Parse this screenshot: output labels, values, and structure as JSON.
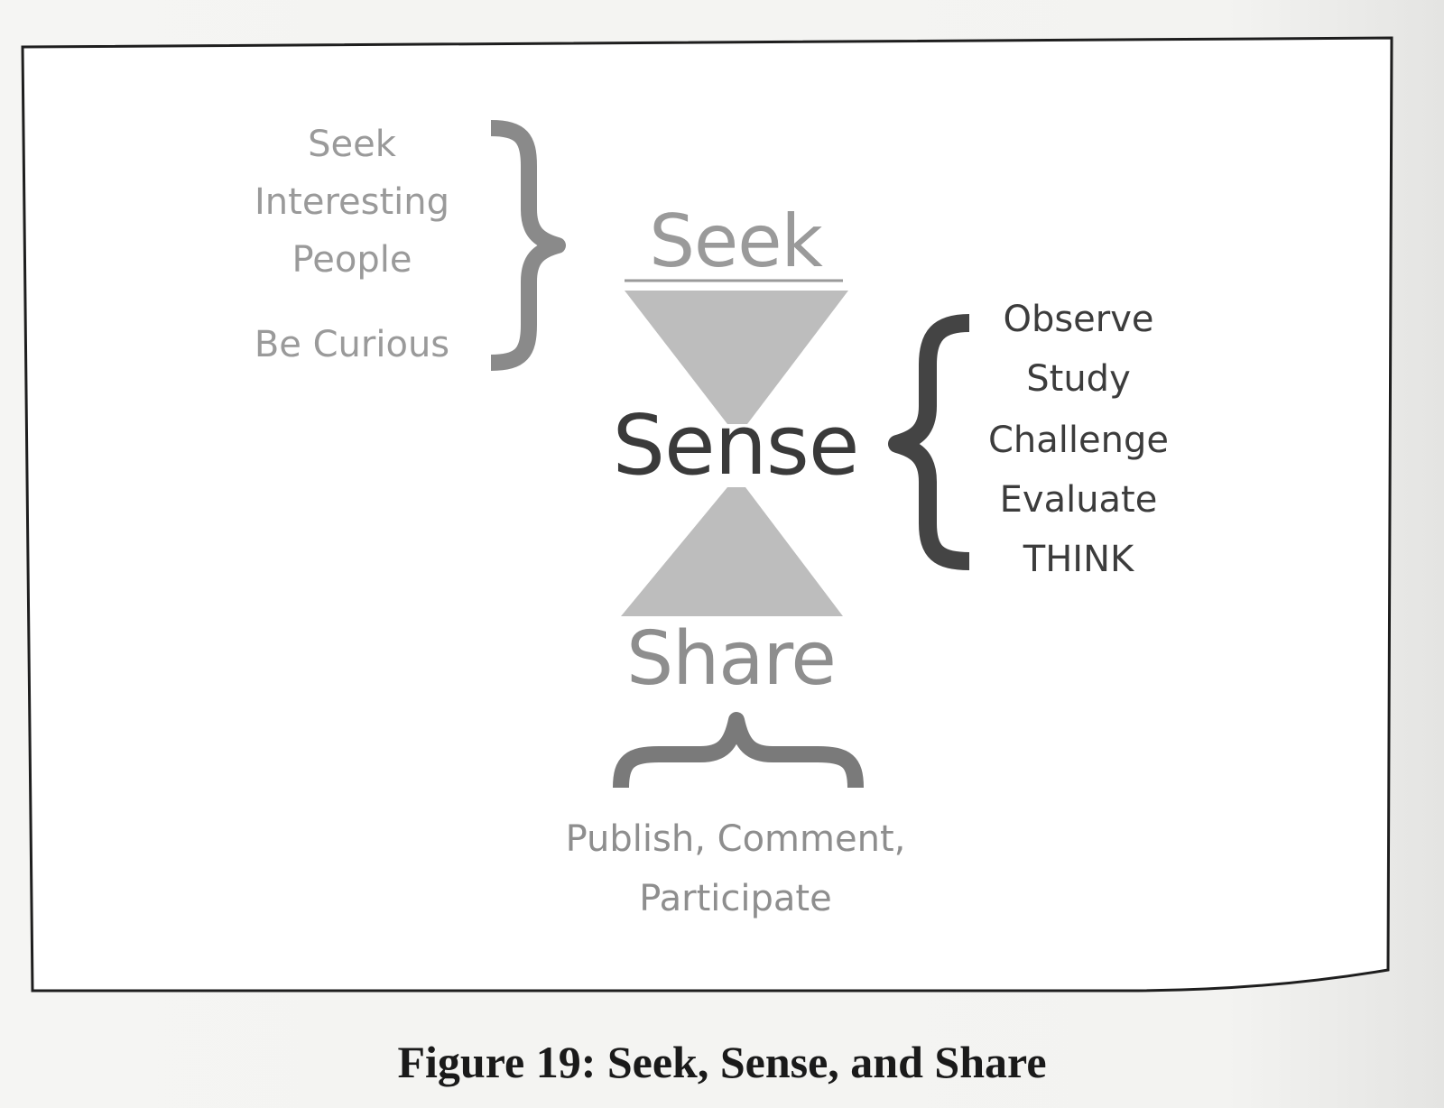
{
  "diagram": {
    "seek_word": "Seek",
    "sense_word": "Sense",
    "share_word": "Share",
    "seek_items": [
      "Seek",
      "Interesting",
      "People",
      "Be Curious"
    ],
    "sense_items": [
      "Observe",
      "Study",
      "Challenge",
      "Evaluate",
      "THINK"
    ],
    "share_items": [
      "Publish, Comment,",
      "Participate"
    ]
  },
  "caption": "Figure 19: Seek, Sense, and Share",
  "colors": {
    "seek_text": "#9a9a9a",
    "sense_text": "#3c3c3c",
    "share_text": "#8e8e8e",
    "hourglass_fill": "#bdbdbd",
    "seek_brace": "#8a8a8a",
    "sense_brace": "#444444",
    "share_brace": "#7a7a7a"
  }
}
